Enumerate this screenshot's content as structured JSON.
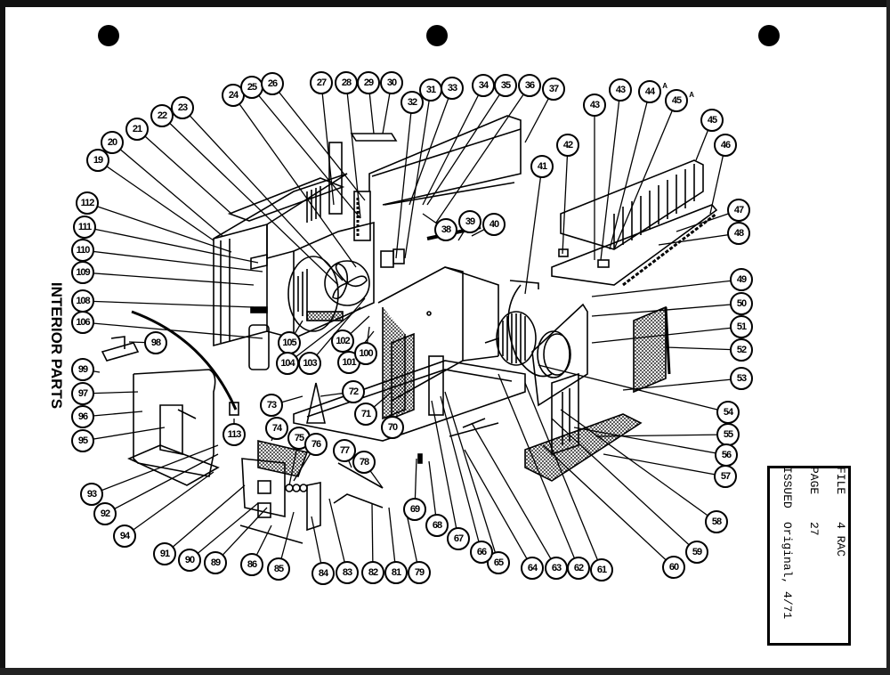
{
  "title": "INTERIOR PARTS",
  "info": {
    "file_label": "FILE",
    "file_value": "4 RAC",
    "page_label": "PAGE",
    "page_value": "27",
    "issued_label": "ISSUED",
    "issued_value": "Original, 4/71"
  },
  "callouts": [
    "19",
    "20",
    "21",
    "22",
    "23",
    "24",
    "25",
    "26",
    "27",
    "28",
    "29",
    "30",
    "31",
    "32",
    "33",
    "34",
    "35",
    "36",
    "37",
    "38",
    "39",
    "40",
    "41",
    "42",
    "43",
    "43",
    "44",
    "45",
    "45",
    "46",
    "47",
    "48",
    "49",
    "50",
    "51",
    "52",
    "53",
    "54",
    "55",
    "56",
    "57",
    "58",
    "59",
    "60",
    "61",
    "62",
    "63",
    "64",
    "65",
    "66",
    "67",
    "68",
    "69",
    "79",
    "81",
    "82",
    "83",
    "84",
    "85",
    "86",
    "89",
    "90",
    "91",
    "94",
    "92",
    "93",
    "95",
    "96",
    "97",
    "99",
    "98",
    "106",
    "108",
    "109",
    "110",
    "111",
    "112",
    "113",
    "105",
    "104",
    "103",
    "102",
    "101",
    "100",
    "73",
    "72",
    "71",
    "70",
    "74",
    "75",
    "76",
    "77",
    "78"
  ],
  "callout_suffixes": {
    "26": "A",
    "27": "A"
  }
}
